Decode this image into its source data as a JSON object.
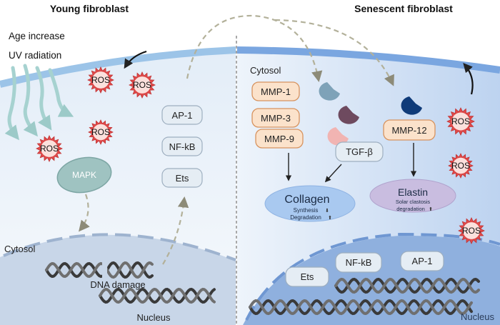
{
  "titles": {
    "left": "Young fibroblast",
    "right": "Senescent fibroblast"
  },
  "stimuli": {
    "age": "Age increase",
    "uv": "UV radiation"
  },
  "labels": {
    "cytosol_left": "Cytosol",
    "cytosol_right": "Cytosol",
    "dna_damage": "DNA damage",
    "nucleus_left": "Nucleus",
    "nucleus_right_partial": "Nucleus",
    "ros": "ROS",
    "mapk": "MAPK"
  },
  "young_factors": [
    "AP-1",
    "NF-kB",
    "Ets"
  ],
  "mmps": [
    "MMP-1",
    "MMP-3",
    "MMP-9",
    "MMP-12"
  ],
  "tgf": "TGF-β",
  "collagen": {
    "name": "Collagen",
    "line1": "Synthesis",
    "line2": "Degradation"
  },
  "elastin": {
    "name": "Elastin",
    "line1": "Solar clastosis",
    "line2": "degradation"
  },
  "nucleus_factors": [
    "Ets",
    "NF-kB",
    "AP-1"
  ],
  "colors": {
    "membrane": "#8bbbe4",
    "cytosol_left": "#eaf2fa",
    "cytosol_right": "#cfe0f6",
    "nucleus": "#c3d2e6",
    "ros": "#d9393d",
    "mmp_fill": "#fbe1c9",
    "mmp_stroke": "#d58f5c",
    "tf_fill": "#e5edf4",
    "mapk": "#9bbfbd",
    "collagen": "#a9c8ef",
    "elastin": "#c7badf",
    "arrow_dash": "#b6b39a"
  }
}
